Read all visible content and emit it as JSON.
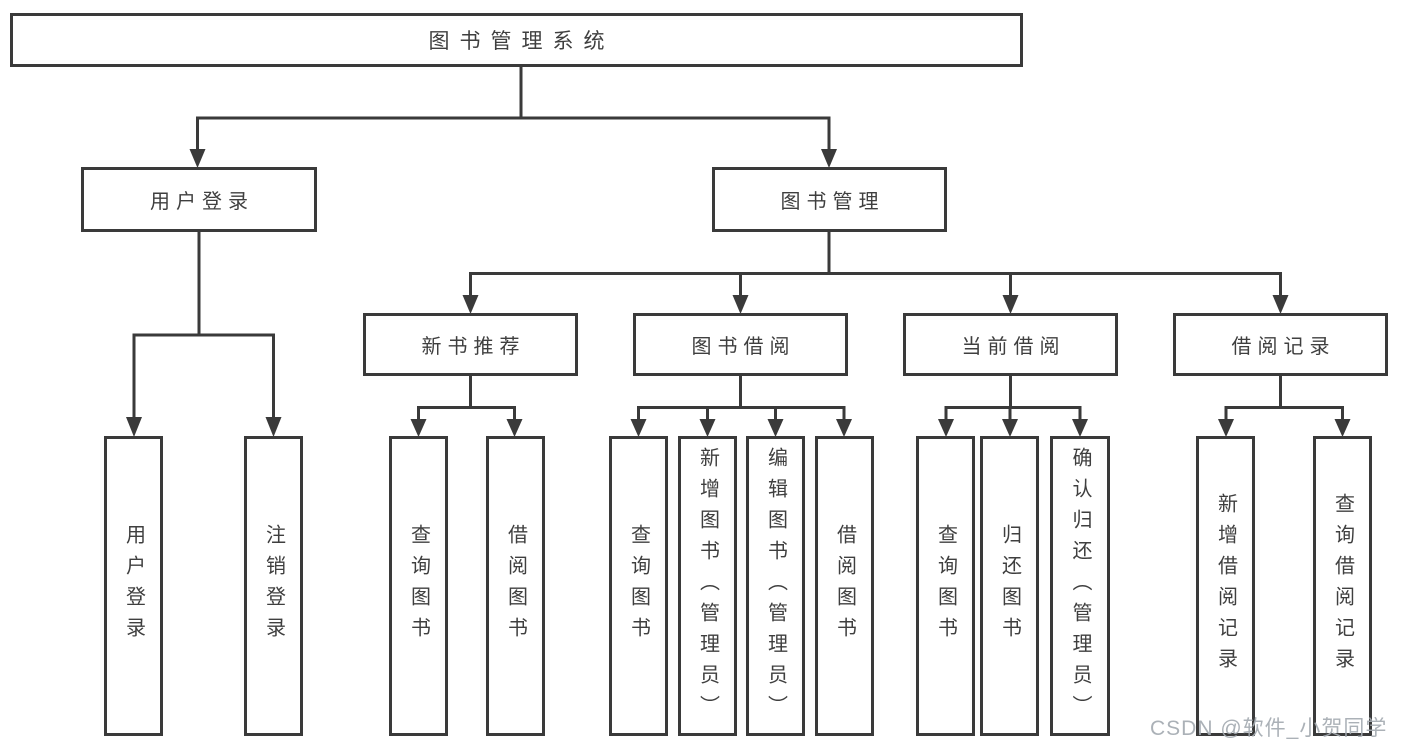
{
  "diagram": {
    "root": {
      "label": "图书管理系统"
    },
    "level2": {
      "user_login": {
        "label": "用户登录"
      },
      "book_mgmt": {
        "label": "图书管理"
      }
    },
    "level3": {
      "new_book_rec": {
        "label": "新书推荐"
      },
      "book_borrow": {
        "label": "图书借阅"
      },
      "current_borrow": {
        "label": "当前借阅"
      },
      "borrow_record": {
        "label": "借阅记录"
      }
    },
    "leaves": {
      "user_login_leaf": {
        "label": "用户登录"
      },
      "logout_leaf": {
        "label": "注销登录"
      },
      "nbr_query_books": {
        "label": "查询图书"
      },
      "nbr_borrow_books": {
        "label": "借阅图书"
      },
      "bb_query_books": {
        "label": "查询图书"
      },
      "bb_add_books": {
        "label": "新增图书（管理员）"
      },
      "bb_edit_books": {
        "label": "编辑图书（管理员）"
      },
      "bb_borrow_books": {
        "label": "借阅图书"
      },
      "cb_query_books": {
        "label": "查询图书"
      },
      "cb_return_books": {
        "label": "归还图书"
      },
      "cb_confirm_return": {
        "label": "确认归还（管理员）"
      },
      "br_add_record": {
        "label": "新增借阅记录"
      },
      "br_query_record": {
        "label": "查询借阅记录"
      }
    }
  },
  "watermark": {
    "text": "CSDN @软件_小贺同学"
  },
  "colors": {
    "line": "#3a3a3a",
    "text": "#3f3f3f",
    "background": "#ffffff",
    "watermark": "#a4aab1"
  }
}
